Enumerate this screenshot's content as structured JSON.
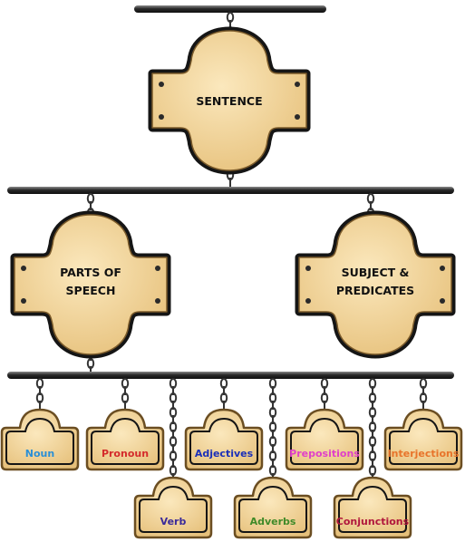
{
  "root": {
    "label": "SENTENCE"
  },
  "branches": [
    {
      "lines": [
        "PARTS OF",
        "SPEECH"
      ]
    },
    {
      "lines": [
        "SUBJECT &",
        "PREDICATES"
      ]
    }
  ],
  "leaves": [
    {
      "label": "Noun",
      "color": "#2a8fd6"
    },
    {
      "label": "Pronoun",
      "color": "#d42b2b"
    },
    {
      "label": "Adjectives",
      "color": "#1b2fb8"
    },
    {
      "label": "Prepositions",
      "color": "#e040c8"
    },
    {
      "label": "Interjections",
      "color": "#e8742a"
    },
    {
      "label": "Verb",
      "color": "#3a2a9a"
    },
    {
      "label": "Adverbs",
      "color": "#3f8a28"
    },
    {
      "label": "Conjunctions",
      "color": "#b0163c"
    }
  ],
  "colors": {
    "plaque_fill": "#f3d9a0",
    "plaque_edge": "#1e1e1e",
    "bar": "#2b2b2b",
    "chain": "#333333"
  }
}
